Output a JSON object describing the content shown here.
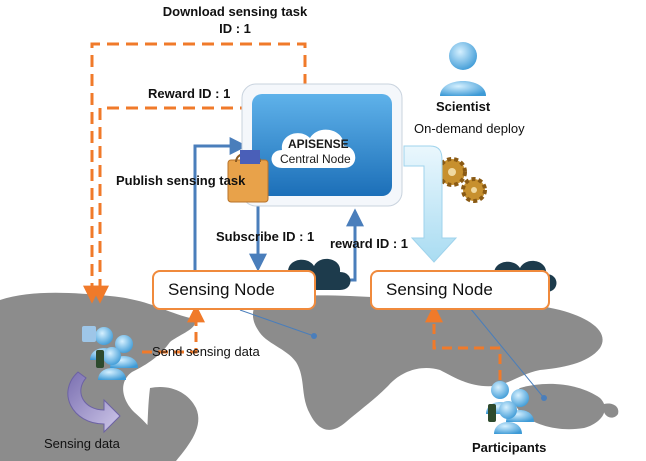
{
  "labels": {
    "download_task_line1": "Download sensing task",
    "download_task_line2": "ID : 1",
    "reward_id": "Reward ID : 1",
    "scientist": "Scientist",
    "on_demand": "On-demand deploy",
    "apisense": "APISENSE",
    "central_node": "Central Node",
    "publish_task": "Publish sensing task",
    "subscribe_id": "Subscribe ID : 1",
    "reward_id_lower": "reward ID : 1",
    "sensing_node_left": "Sensing Node",
    "sensing_node_right": "Sensing Node",
    "send_sensing_data": "Send sensing data",
    "sensing_data": "Sensing  data",
    "participants": "Participants"
  },
  "colors": {
    "orange": "#f07a2a",
    "blue_arrow": "#4a7ebb",
    "central_blue": "#2a86d0",
    "map_gray": "#8c8c8c",
    "cloud_dark": "#1d3b4c"
  }
}
